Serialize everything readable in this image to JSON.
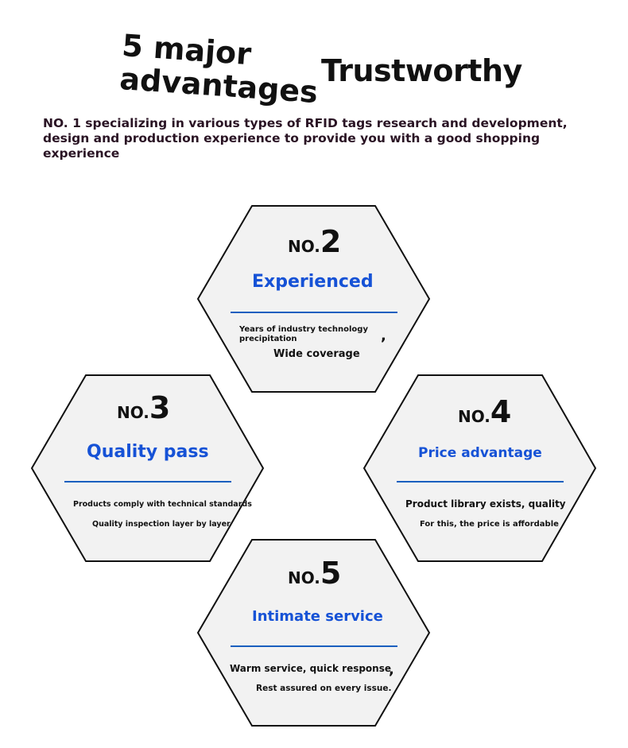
{
  "header": {
    "title_left_line1": "5 major",
    "title_left_line2": "advantages",
    "title_right": "Trustworthy",
    "intro": "NO. 1 specializing in various types of RFID tags research and development, design and production experience to provide you with a good shopping experience"
  },
  "colors": {
    "accent_blue": "#1652d6",
    "hex_fill": "#f2f2f2",
    "hex_stroke": "#111111",
    "rule": "#1a5fbf"
  },
  "cards": [
    {
      "prefix": "NO.",
      "number": "2",
      "title": "Experienced",
      "line1": "Years of industry technology",
      "line1b": "precipitation",
      "comma": ",",
      "line2": "Wide coverage"
    },
    {
      "prefix": "NO.",
      "number": "3",
      "title": "Quality pass",
      "line1": "Products comply with technical standards",
      "line2": "Quality inspection layer by layer"
    },
    {
      "prefix": "NO.",
      "number": "4",
      "title": "Price advantage",
      "line1": "Product library exists, quality",
      "line2": "For this, the price is affordable"
    },
    {
      "prefix": "NO.",
      "number": "5",
      "title": "Intimate service",
      "line1": "Warm service, quick response",
      "comma": ",",
      "line2": "Rest assured on every issue."
    }
  ]
}
